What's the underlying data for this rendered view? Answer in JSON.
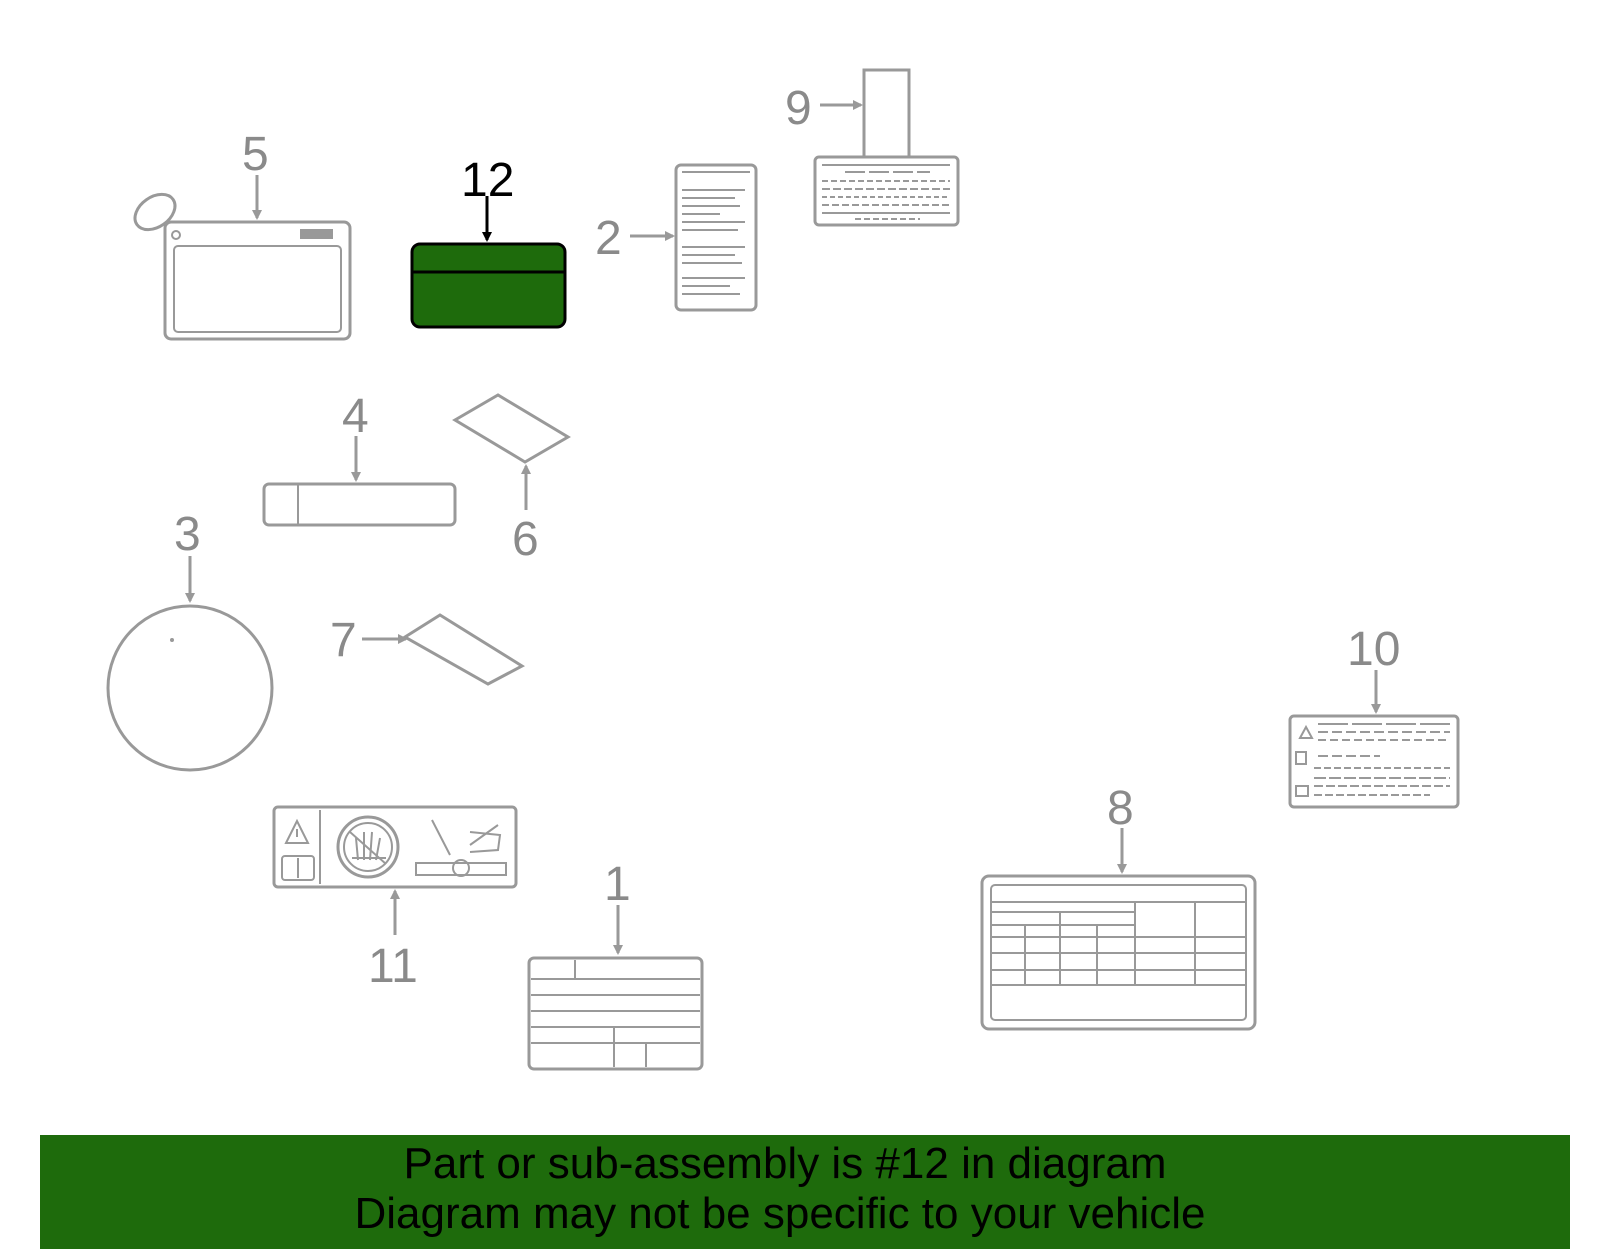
{
  "diagram": {
    "callouts": [
      "1",
      "2",
      "3",
      "4",
      "5",
      "6",
      "7",
      "8",
      "9",
      "10",
      "11",
      "12"
    ],
    "highlighted": "12",
    "colors": {
      "highlight": "#1e6b0c",
      "line": "#999999",
      "highlight_text": "#000000"
    }
  },
  "banner": {
    "line1": "Part or sub-assembly is #12 in diagram",
    "line2": "Diagram may not be specific to your vehicle"
  }
}
